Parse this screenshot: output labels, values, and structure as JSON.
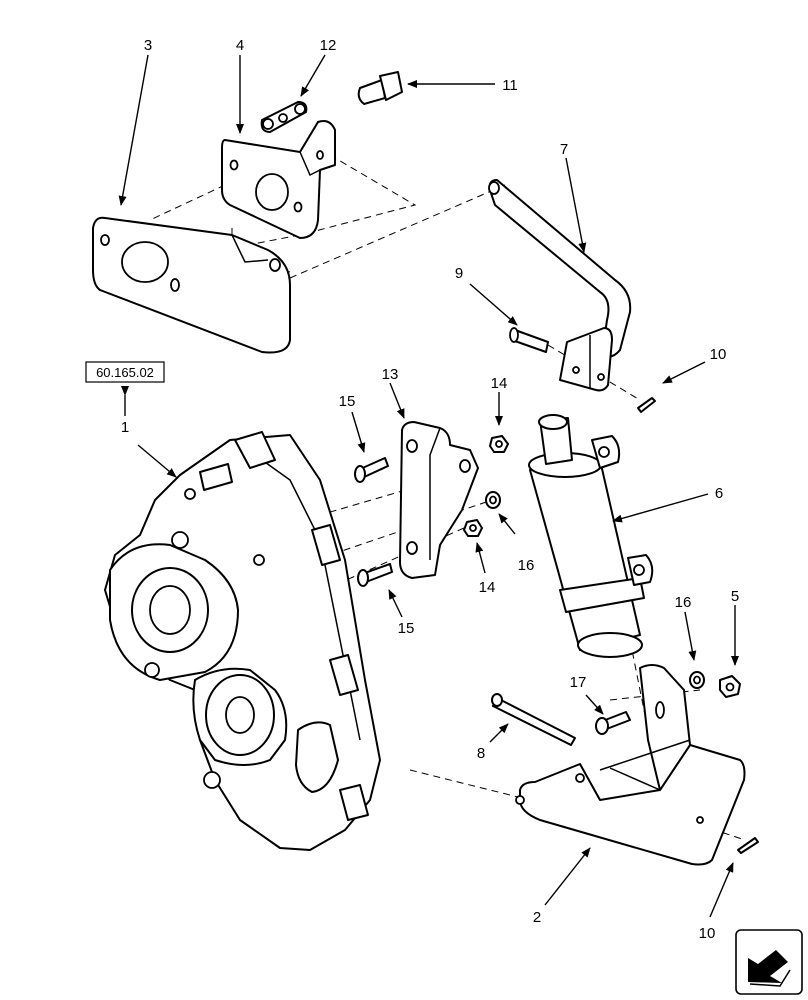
{
  "reference_box": "60.165.02",
  "callouts": {
    "c1": "1",
    "c2": "2",
    "c3": "3",
    "c4": "4",
    "c5": "5",
    "c6": "6",
    "c7": "7",
    "c8": "8",
    "c9": "9",
    "c10a": "10",
    "c10b": "10",
    "c11": "11",
    "c12": "12",
    "c13": "13",
    "c14a": "14",
    "c14b": "14",
    "c15a": "15",
    "c15b": "15",
    "c16a": "16",
    "c16b": "16",
    "c17": "17"
  },
  "nav_icon": "next-page-arrow-icon"
}
